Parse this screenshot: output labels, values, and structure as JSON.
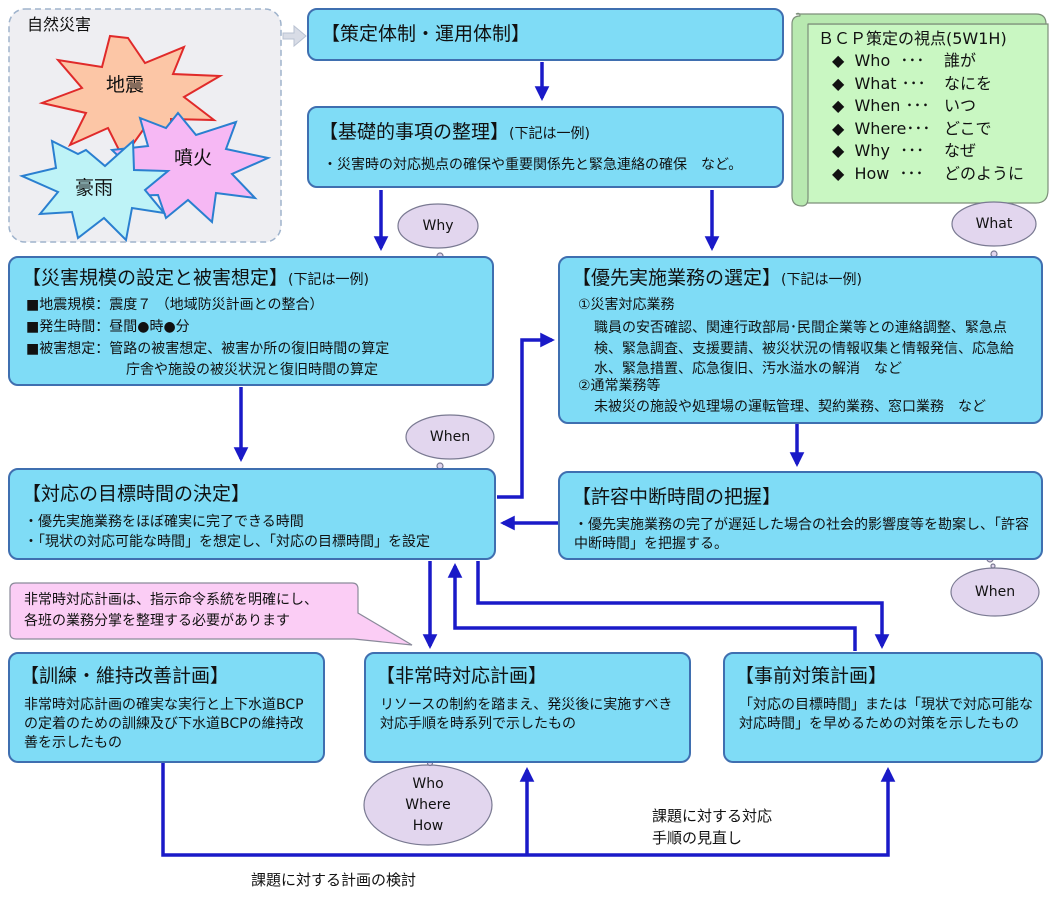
{
  "disaster": {
    "title": "自然災害",
    "earthquake": "地震",
    "eruption": "噴火",
    "heavy_rain": "豪雨"
  },
  "viewpoint": {
    "title": "ＢＣＰ策定の視点(5W1H)",
    "items": [
      {
        "key": "◆  Who  ･･･",
        "val": "誰が"
      },
      {
        "key": "◆  What ･･･",
        "val": "なにを"
      },
      {
        "key": "◆  When ･･･",
        "val": "いつ"
      },
      {
        "key": "◆  Where･･･",
        "val": "どこで"
      },
      {
        "key": "◆  Why  ･･･",
        "val": "なぜ"
      },
      {
        "key": "◆  How  ･･･",
        "val": "どのように"
      }
    ]
  },
  "boxes": {
    "structure": {
      "title": "【策定体制・運用体制】"
    },
    "basics": {
      "title": "【基礎的事項の整理】",
      "note": "(下記は一例)",
      "line1": "・災害時の対応拠点の確保や重要関係先と緊急連絡の確保　など。"
    },
    "scale": {
      "title": "【災害規模の設定と被害想定】",
      "note": "(下記は一例)",
      "line1": "■地震規模：震度７ （地域防災計画との整合）",
      "line2": "■発生時間：昼間●時●分",
      "line3": "■被害想定：管路の被害想定、被害か所の復旧時間の算定",
      "line4": "庁舎や施設の被災状況と復旧時間の算定"
    },
    "priority": {
      "title": "【優先実施業務の選定】",
      "note": "(下記は一例)",
      "line1": "①災害対応業務",
      "line2": "職員の安否確認、関連行政部局･民間企業等との連絡調整、緊急点検、緊急調査、支援要請、被災状況の情報収集と情報発信、応急給水、緊急措置、応急復旧、汚水溢水の解消　など",
      "line3": "②通常業務等",
      "line4": "未被災の施設や処理場の運転管理、契約業務、窓口業務　など"
    },
    "target_time": {
      "title": "【対応の目標時間の決定】",
      "line1": "・優先実施業務をほぼ確実に完了できる時間",
      "line2": "・「現状の対応可能な時間」を想定し、「対応の目標時間」を設定"
    },
    "allowable": {
      "title": "【許容中断時間の把握】",
      "line1": "・優先実施業務の完了が遅延した場合の社会的影響度等を勘案し、「許容中断時間」を把握する。"
    },
    "training": {
      "title": "【訓練・維持改善計画】",
      "line1": "非常時対応計画の確実な実行と上下水道BCPの定着のための訓練及び下水道BCPの維持改善を示したもの"
    },
    "emergency": {
      "title": "【非常時対応計画】",
      "line1": "リソースの制約を踏まえ、発災後に実施すべき対応手順を時系列で示したもの"
    },
    "preventive": {
      "title": "【事前対策計画】",
      "line1": "「対応の目標時間」または「現状で対応可能な対応時間」を早めるための対策を示したもの"
    }
  },
  "callout": {
    "line1": "非常時対応計画は、指示命令系統を明確にし、",
    "line2": "各班の業務分掌を整理する必要があります"
  },
  "clouds": {
    "why": "Why",
    "what": "What",
    "when1": "When",
    "when2": "When",
    "who": "Who",
    "where": "Where",
    "how": "How"
  },
  "labels": {
    "review_plan": "課題に対する計画の検討",
    "review_proc1": "課題に対する対応",
    "review_proc2": "手順の見直し"
  },
  "colors": {
    "box_fill": "#7fdcf6",
    "box_border": "#3f6fb0",
    "arrow": "#1a1ac8",
    "cloud_fill": "#e2d6ee",
    "callout_fill": "#fbcdf5",
    "scroll_fill": "#c9f7c2"
  }
}
